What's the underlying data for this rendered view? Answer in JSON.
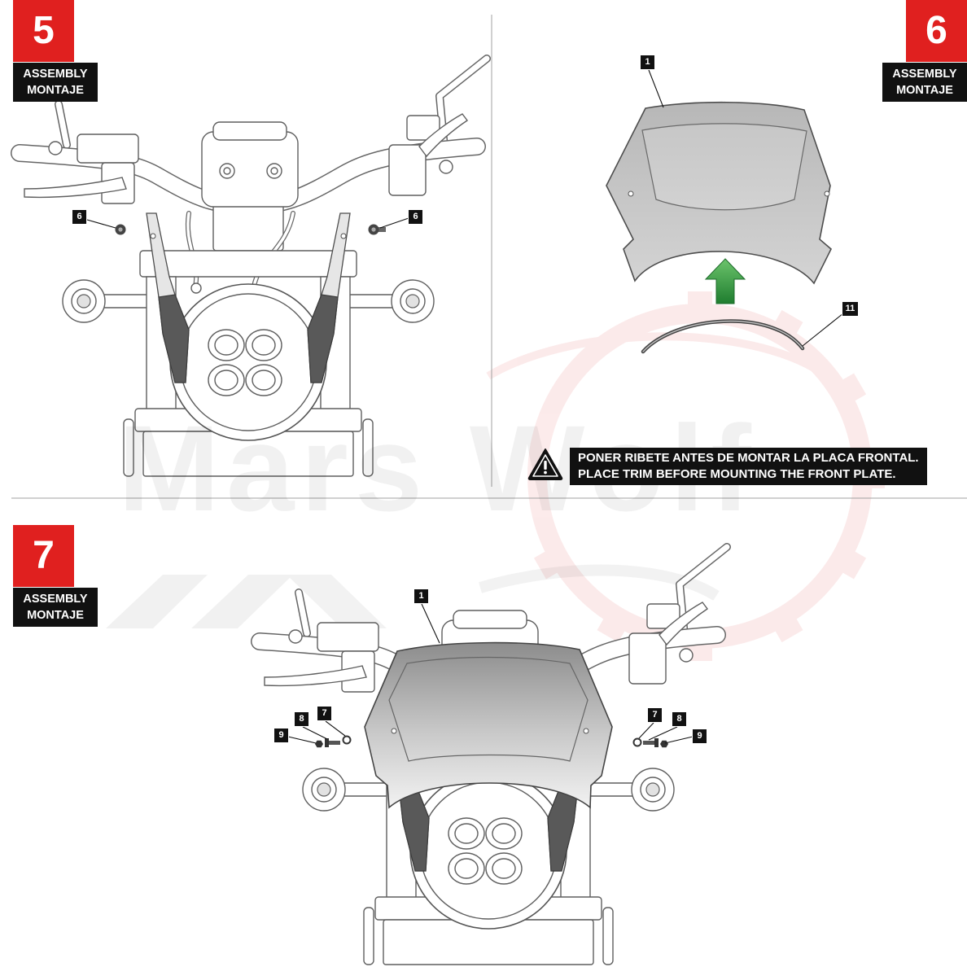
{
  "steps": [
    {
      "number": "5",
      "label_en": "ASSEMBLY",
      "label_es": "MONTAJE"
    },
    {
      "number": "6",
      "label_en": "ASSEMBLY",
      "label_es": "MONTAJE"
    },
    {
      "number": "7",
      "label_en": "ASSEMBLY",
      "label_es": "MONTAJE"
    }
  ],
  "callouts": {
    "step5": [
      "6",
      "6"
    ],
    "step6": [
      "1",
      "11"
    ],
    "step7": [
      "1",
      "8",
      "7",
      "9",
      "7",
      "8",
      "9"
    ]
  },
  "warning": {
    "icon": "warning-icon",
    "line_es": "PONER RIBETE ANTES DE MONTAR LA PLACA FRONTAL.",
    "line_en": "PLACE TRIM BEFORE MOUNTING THE FRONT PLATE."
  },
  "watermark": {
    "text": "Mars Wolf"
  },
  "colors": {
    "step_red": "#e0201f",
    "label_black": "#111111",
    "arrow_green": "#2f9a3f",
    "logo_red": "#e24a4a"
  }
}
